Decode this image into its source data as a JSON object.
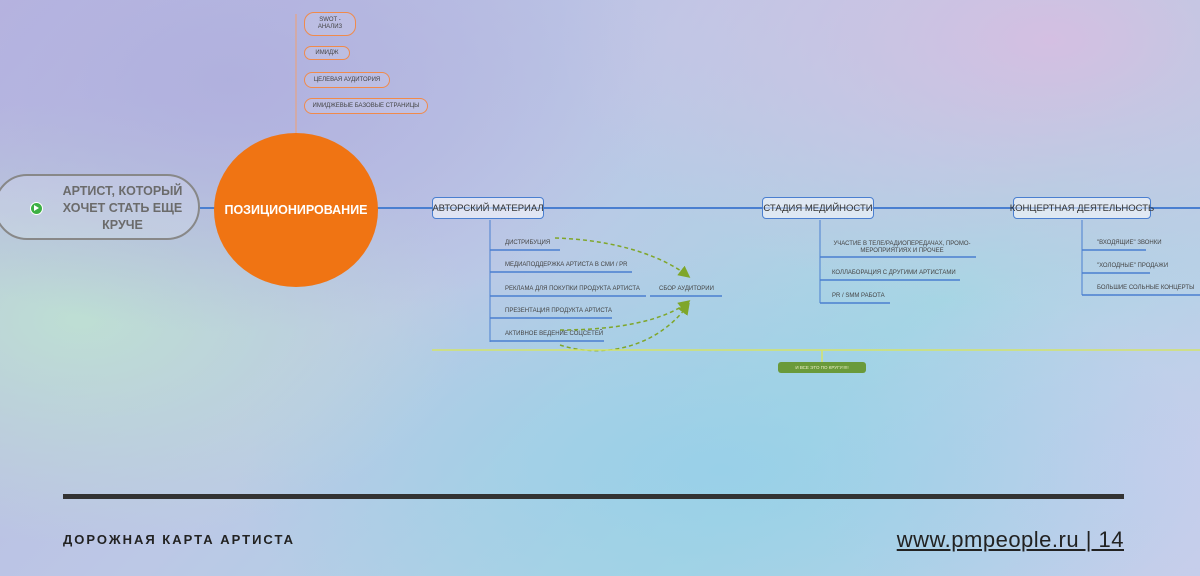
{
  "root": {
    "label": "АРТИСТ,  КОТОРЫЙ ХОЧЕТ СТАТЬ ЕЩЕ КРУЧЕ",
    "icon": "play-icon"
  },
  "center": {
    "label": "ПОЗИЦИОНИРОВАНИЕ",
    "color": "#f07413"
  },
  "positioning_items": [
    "SWOT - АНАЛИЗ",
    "ИМИДЖ",
    "ЦЕЛЕВАЯ АУДИТОРИЯ",
    "ИМИДЖЕВЫЕ БАЗОВЫЕ СТРАНИЦЫ"
  ],
  "stages": [
    {
      "label": "АВТОРСКИЙ МАТЕРИАЛ",
      "items": [
        "ДИСТРИБУЦИЯ",
        "МЕДИАПОДДЕРЖКА АРТИСТА В СМИ /  PR",
        "РЕКЛАМА ДЛЯ ПОКУПКИ ПРОДУКТА АРТИСТА",
        "ПРЕЗЕНТАЦИЯ ПРОДУКТА АРТИСТА",
        "АКТИВНОЕ ВЕДЕНИЕ СОЦСЕТЕЙ"
      ]
    },
    {
      "label": "СТАДИЯ МЕДИЙНОСТИ",
      "items": [
        "УЧАСТИЕ В ТЕЛЕ/РАДИОПЕРЕДАЧАХ, ПРОМО-МЕРОПРИЯТИЯХ И ПРОЧЕЕ",
        "КОЛЛАБОРАЦИЯ С ДРУГИМИ АРТИСТАМИ",
        "PR / SMM РАБОТА"
      ]
    },
    {
      "label": "КОНЦЕРТНАЯ ДЕЯТЕЛЬНОСТЬ",
      "items": [
        "\"ВХОДЯЩИЕ\" ЗВОНКИ",
        "\"ХОЛОДНЫЕ\" ПРОДАЖИ",
        "БОЛЬШИЕ СОЛЬНЫЕ КОНЦЕРТЫ"
      ]
    }
  ],
  "audience_collection": "СБОР АУДИТОРИИ",
  "green_tag": "И ВСЕ ЭТО ПО КРУГУ!!!!!",
  "footer": {
    "title": "ДОРОЖНАЯ КАРТА АРТИСТА",
    "site": "www.pmpeople.ru |  14"
  },
  "colors": {
    "orange": "#f07413",
    "blue": "#4a7fd0",
    "green_arrow": "#7fa62a",
    "footer_bar": "#333333"
  }
}
